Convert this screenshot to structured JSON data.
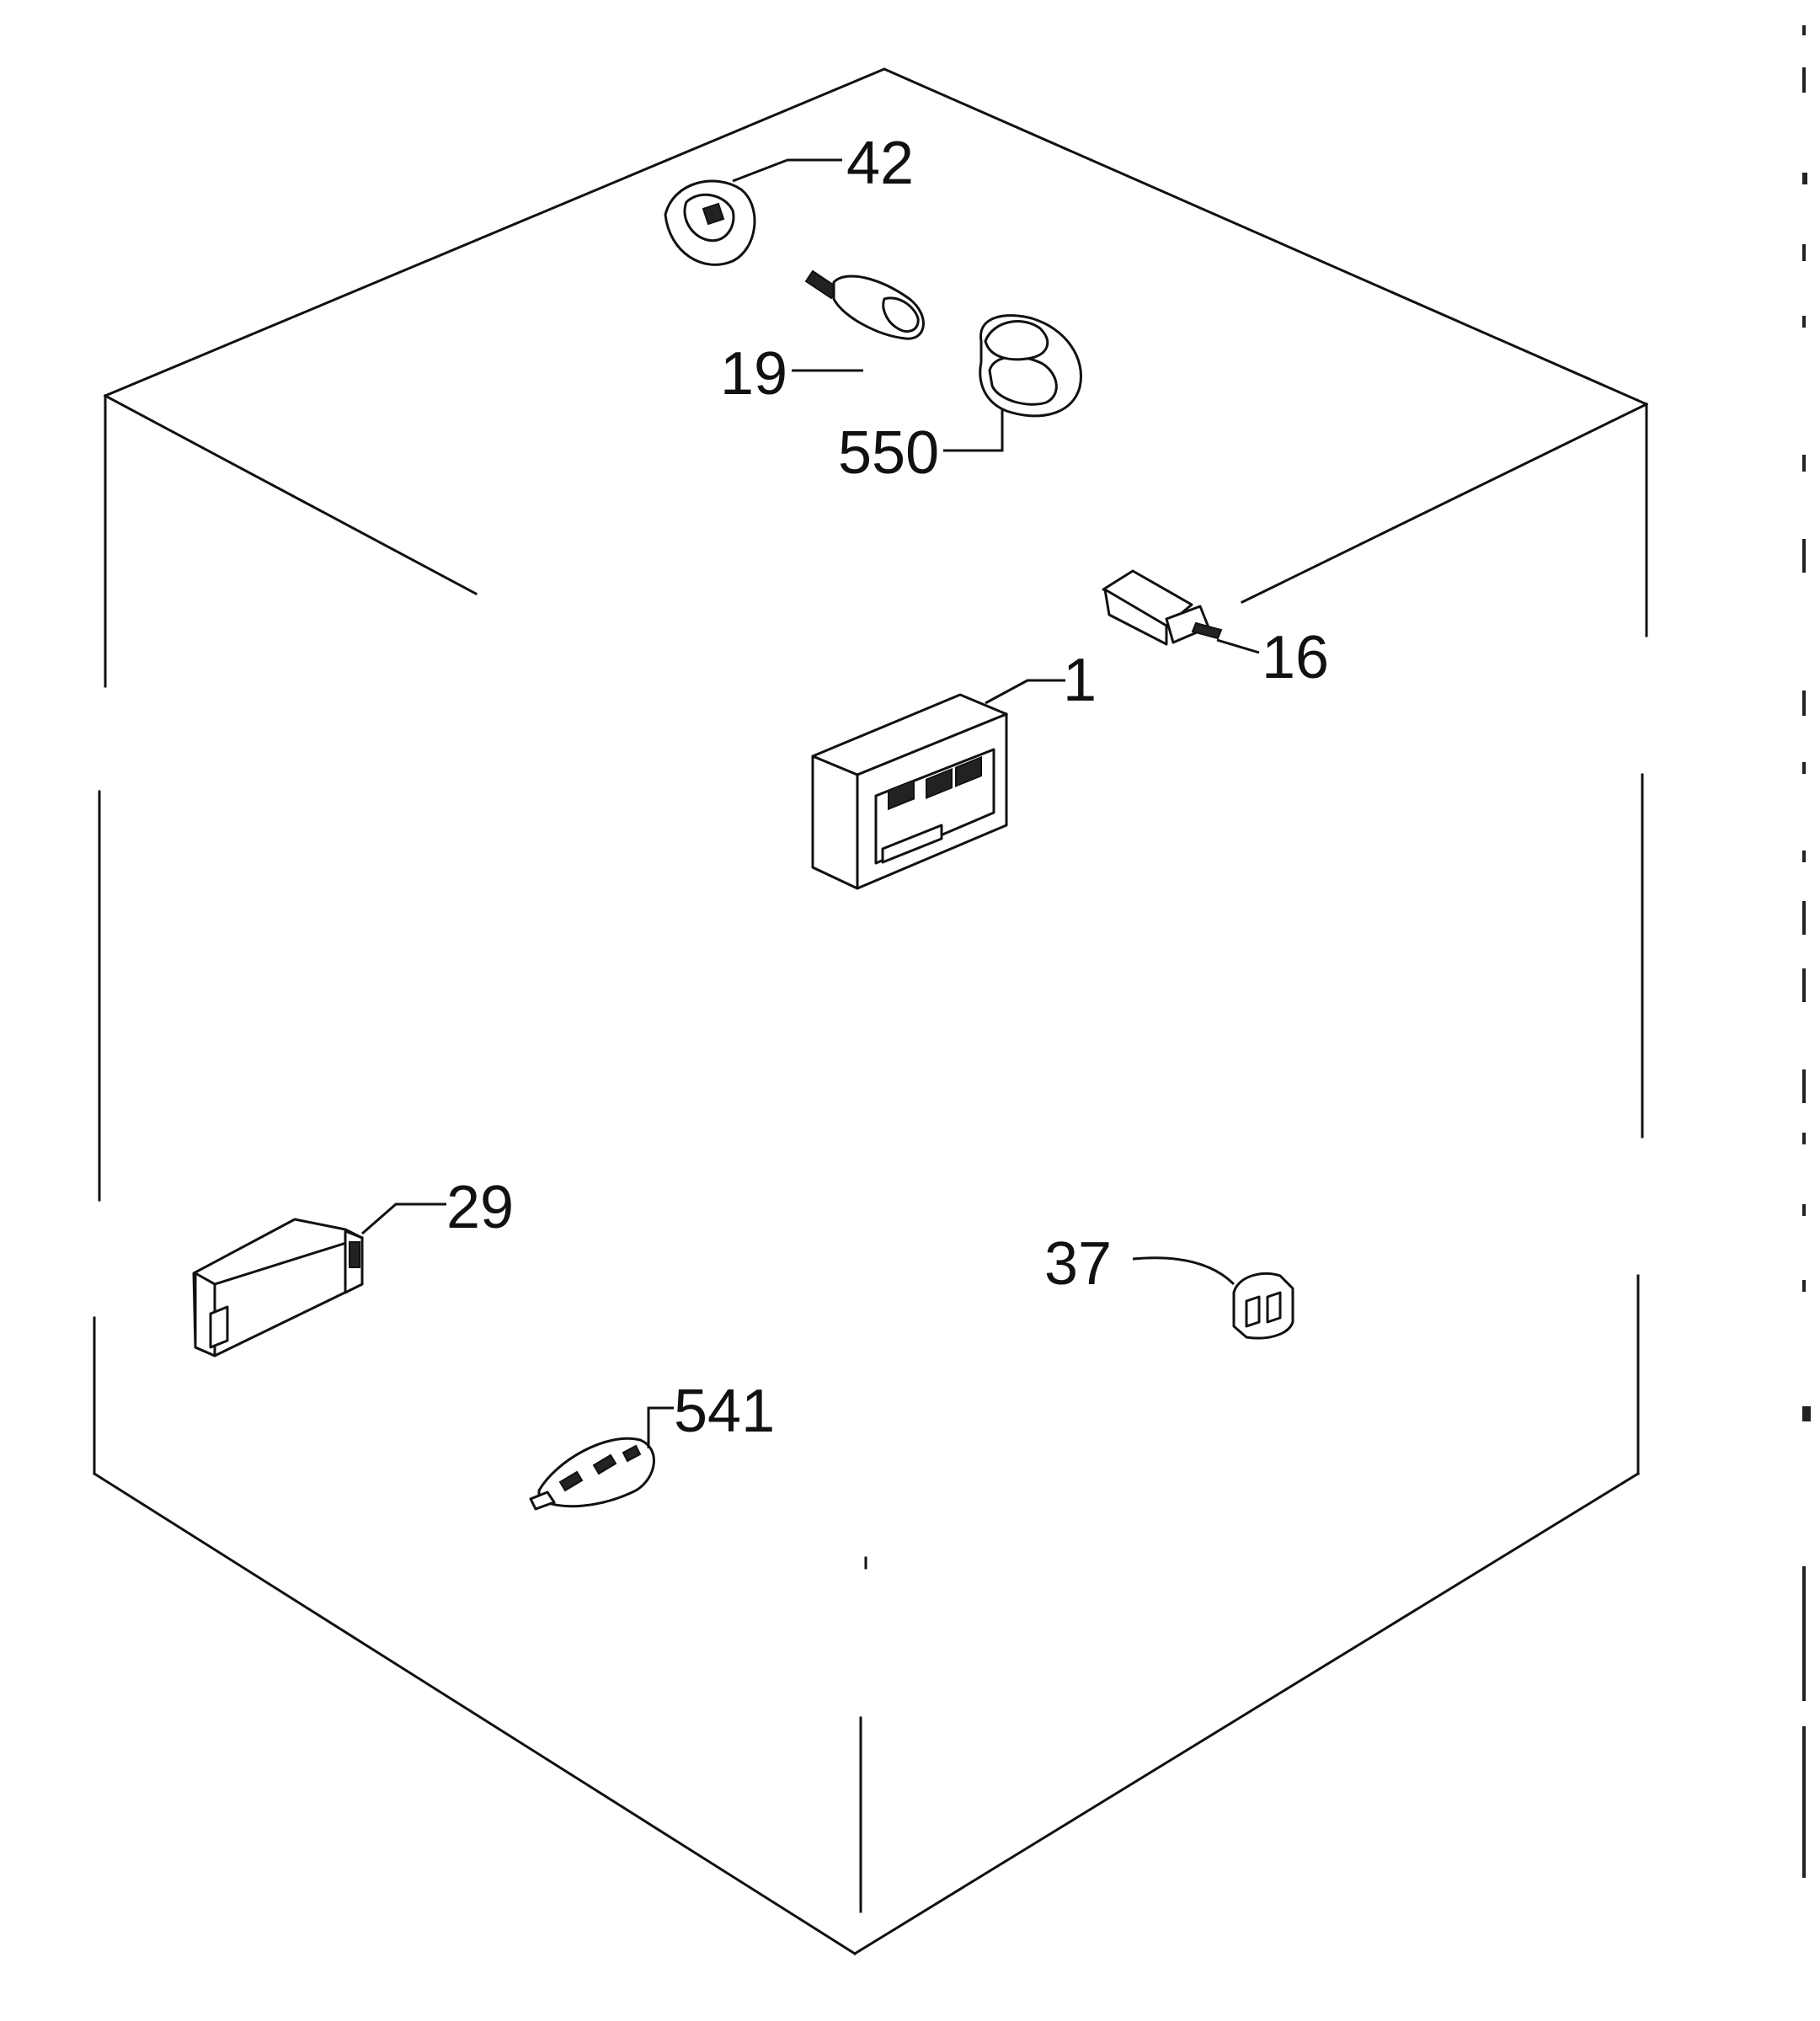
{
  "diagram": {
    "callouts": {
      "c42": "42",
      "c19": "19",
      "c550": "550",
      "c16": "16",
      "c1": "1",
      "c29": "29",
      "c37": "37",
      "c541": "541"
    },
    "colors": {
      "ink": "#111111",
      "paper": "#ffffff"
    }
  }
}
